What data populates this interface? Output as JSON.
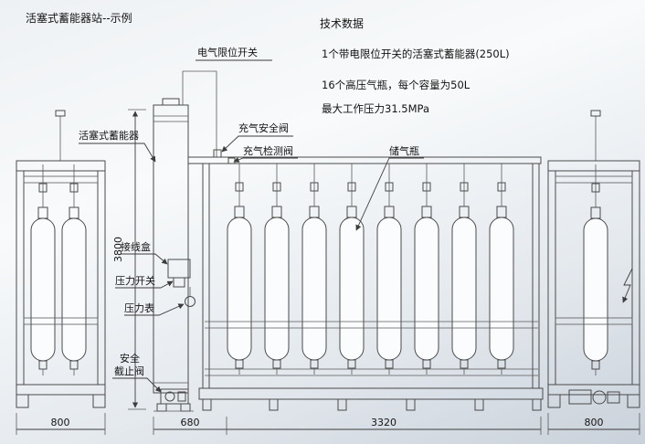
{
  "title": "活塞式蓄能器站--示例",
  "tech_data": {
    "heading": "技术数据",
    "lines": [
      "1个带电限位开关的活塞式蓄能器(250L)",
      "16个高压气瓶，每个容量为50L",
      "最大工作压力31.5MPa"
    ]
  },
  "labels": {
    "limit_switch": "电气限位开关",
    "accumulator": "活塞式蓄能器",
    "charge_safety_valve": "充气安全阀",
    "charge_check_valve": "充气检测阀",
    "gas_cylinder": "储气瓶",
    "junction_box": "接线盒",
    "pressure_switch": "压力开关",
    "pressure_gauge": "压力表",
    "safety_valve_line1": "安全",
    "safety_valve_line2": "截止阀"
  },
  "dimensions": {
    "overall_height": "3800",
    "left_view_width": "800",
    "accumulator_section_width": "680",
    "cylinder_section_width": "3320",
    "right_view_width": "800"
  },
  "colors": {
    "line": "#4a4a4a",
    "text": "#141414",
    "background_top": "#f2f5f7",
    "background_bottom": "#c9d1da"
  }
}
